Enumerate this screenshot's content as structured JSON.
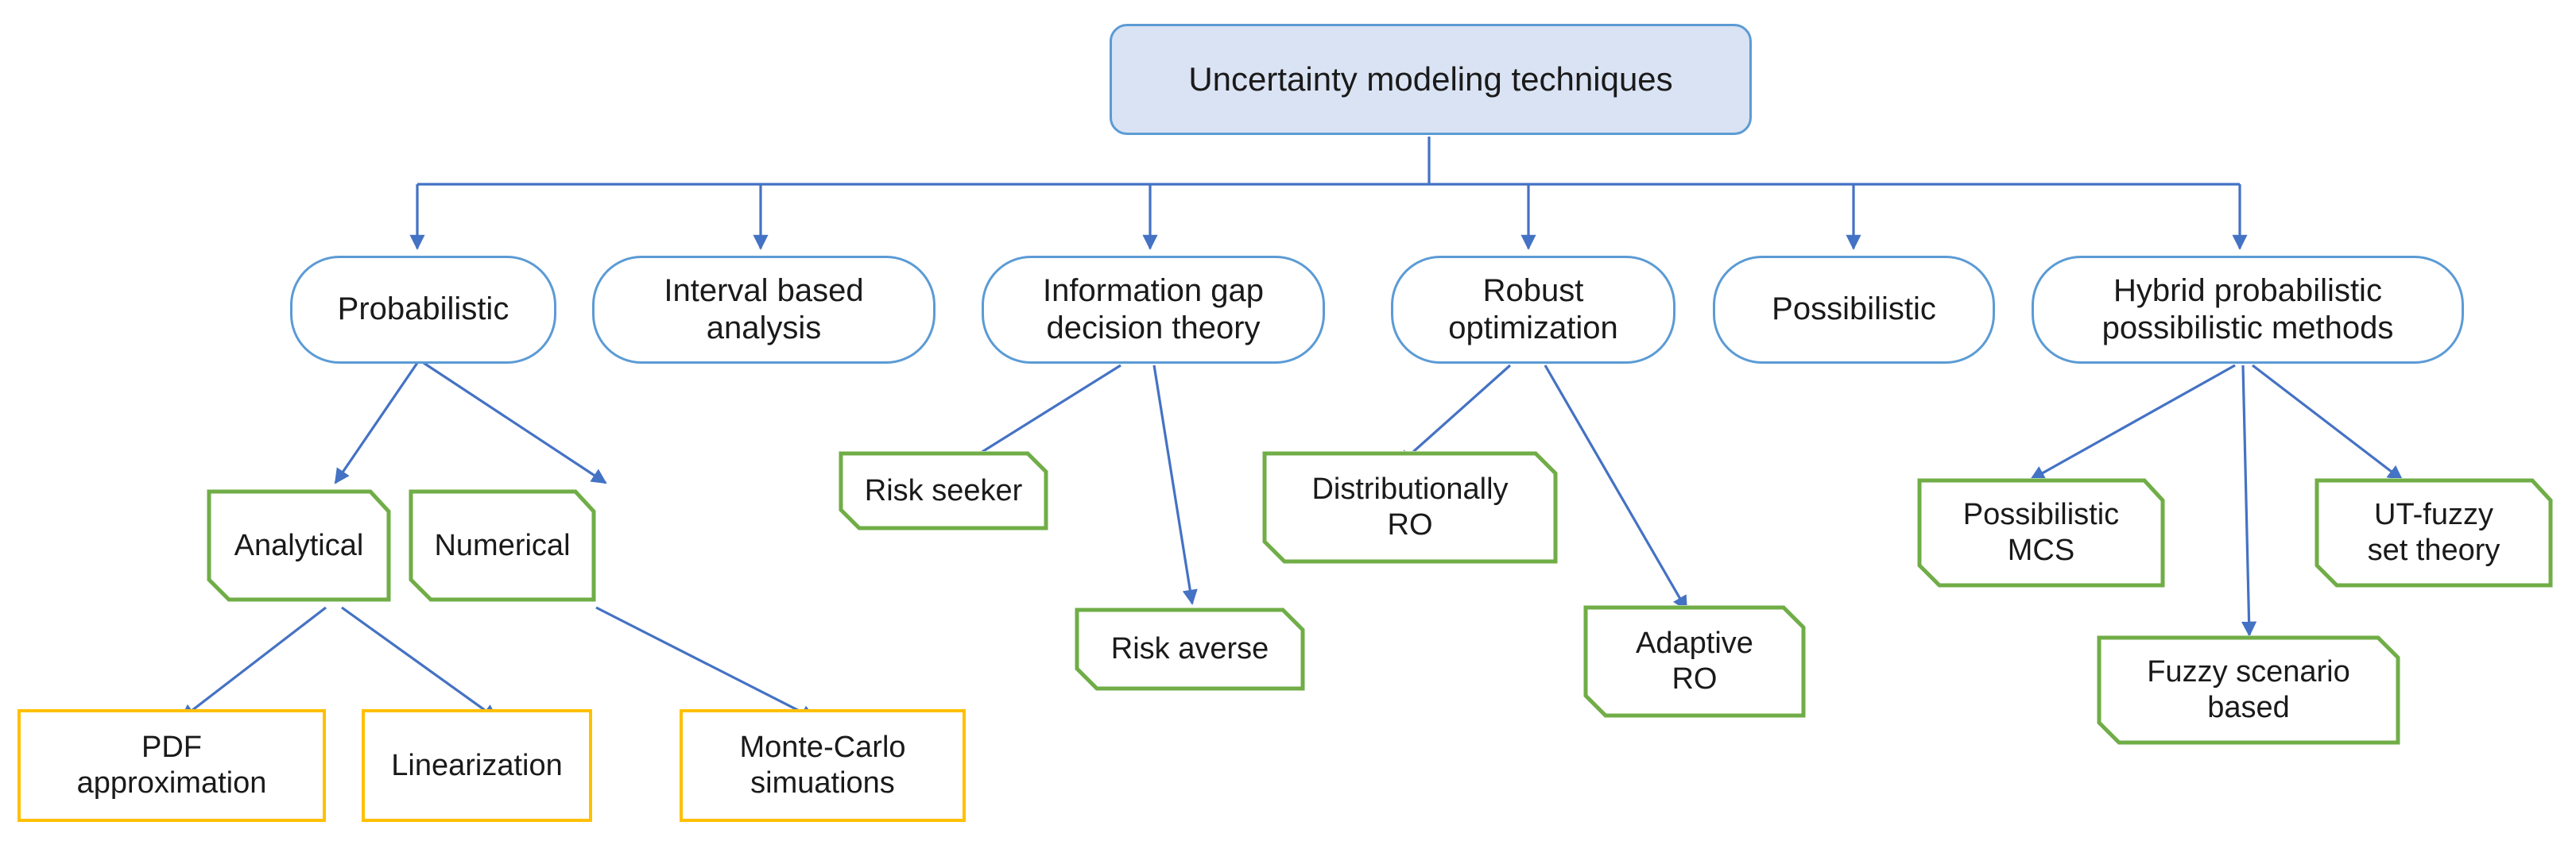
{
  "diagram": {
    "title": "Uncertainty modeling techniques taxonomy",
    "colors": {
      "root_fill": "#dae3f3",
      "blue_stroke": "#5b9bd5",
      "green_stroke": "#70ad47",
      "orange_stroke": "#ffc000",
      "edge": "#4472c4",
      "text": "#1a1a1a"
    },
    "nodes": {
      "root": {
        "label": "Uncertainty modeling techniques"
      },
      "level1": [
        {
          "id": "probabilistic",
          "label": "Probabilistic"
        },
        {
          "id": "interval-based-analysis",
          "label": "Interval based\nanalysis"
        },
        {
          "id": "information-gap-decision-theory",
          "label": "Information gap\ndecision theory"
        },
        {
          "id": "robust-optimization",
          "label": "Robust\noptimization"
        },
        {
          "id": "possibilistic",
          "label": "Possibilistic"
        },
        {
          "id": "hybrid-probabilistic-possibilistic-methods",
          "label": "Hybrid probabilistic\npossibilistic methods"
        }
      ],
      "level2": [
        {
          "id": "analytical",
          "label": "Analytical",
          "parent": "probabilistic"
        },
        {
          "id": "numerical",
          "label": "Numerical",
          "parent": "probabilistic"
        },
        {
          "id": "risk-seeker",
          "label": "Risk seeker",
          "parent": "information-gap-decision-theory"
        },
        {
          "id": "risk-averse",
          "label": "Risk averse",
          "parent": "information-gap-decision-theory"
        },
        {
          "id": "distributionally-ro",
          "label": "Distributionally\nRO",
          "parent": "robust-optimization"
        },
        {
          "id": "adaptive-ro",
          "label": "Adaptive\nRO",
          "parent": "robust-optimization"
        },
        {
          "id": "possibilistic-mcs",
          "label": "Possibilistic\nMCS",
          "parent": "hybrid-probabilistic-possibilistic-methods"
        },
        {
          "id": "fuzzy-scenario-based",
          "label": "Fuzzy scenario\nbased",
          "parent": "hybrid-probabilistic-possibilistic-methods"
        },
        {
          "id": "ut-fuzzy-set-theory",
          "label": "UT-fuzzy\nset theory",
          "parent": "hybrid-probabilistic-possibilistic-methods"
        }
      ],
      "level3": [
        {
          "id": "pdf-approximation",
          "label": "PDF\napproximation",
          "parent": "analytical"
        },
        {
          "id": "linearization",
          "label": "Linearization",
          "parent": "analytical"
        },
        {
          "id": "monte-carlo-simuations",
          "label": "Monte-Carlo\nsimuations",
          "parent": "numerical"
        }
      ]
    }
  }
}
